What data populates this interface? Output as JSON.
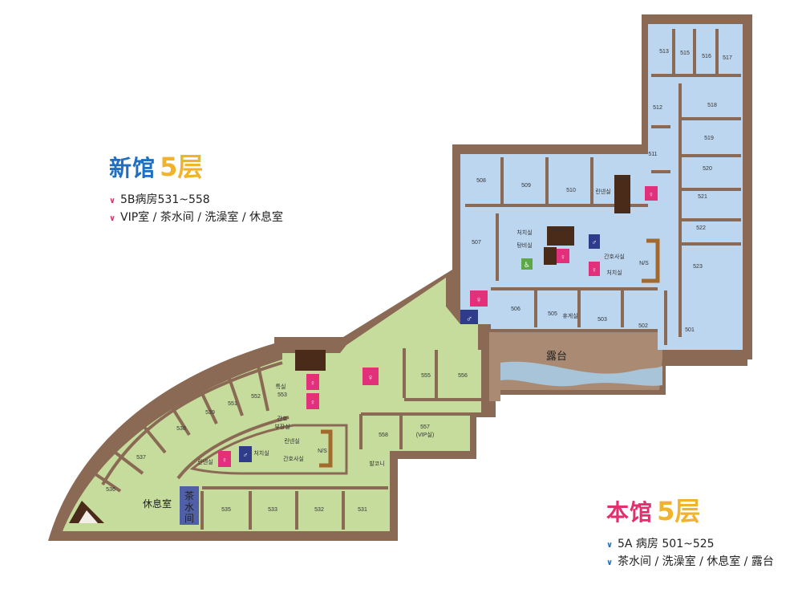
{
  "legends": {
    "new_building": {
      "title": "新馆",
      "floor": "5层",
      "items": [
        "5B病房531~558",
        "VIP室 / 茶水间 / 洗澡室 / 休息室"
      ]
    },
    "main_building": {
      "title": "本馆",
      "floor": "5层",
      "items": [
        "5A 病房 501~525",
        "茶水间 / 洗澡室 / 休息室 / 露台"
      ]
    }
  },
  "map": {
    "terrace_label": "露台",
    "main_rooms": {
      "r513": "513",
      "r515": "515",
      "r516": "516",
      "r517": "517",
      "r512": "512",
      "r518": "518",
      "r519": "519",
      "r511": "511",
      "r520": "520",
      "r521": "521",
      "r522": "522",
      "r523": "523",
      "r508": "508",
      "r509": "509",
      "r510": "510",
      "r507": "507",
      "r506": "506",
      "r505": "505",
      "r503": "503",
      "r502": "502",
      "r501": "501"
    },
    "main_facilities": {
      "linen": "린넨실",
      "rest_area": "휴게실",
      "nurse_station": "간호사실",
      "treatment": "처치실",
      "ns": "N/S",
      "small_a": "처치실",
      "small_b": "탕비실"
    },
    "new_rooms": {
      "r555": "555",
      "r556": "556",
      "r557": "557",
      "vip": "(VIP실)",
      "r558": "558",
      "r553": "553",
      "r552": "552",
      "r551": "551",
      "r539": "539",
      "r538": "538",
      "r537": "537",
      "r536": "536",
      "r535": "535",
      "r533": "533",
      "r532": "532",
      "r531": "531"
    },
    "new_facilities": {
      "special": "특실",
      "nurse_head_a": "간호",
      "nurse_head_b": "부장실",
      "linen": "린넨실",
      "treatment": "처치실",
      "nurse_station": "간호사실",
      "ns": "N/S",
      "balcony": "발코니",
      "linen_small": "린넨실",
      "lounge": "休息室",
      "pantry": [
        "茶",
        "水",
        "间"
      ]
    }
  },
  "colors": {
    "wall": "#8b6a55",
    "main_floor": "#bcd6ef",
    "new_floor": "#c5dc9c",
    "terrace": "#aa8a73",
    "water": "#a8c4d8",
    "elevator": "#4a2a18",
    "womens_icon": "#e3307a",
    "mens_icon": "#2f3c8c",
    "nurse_station_bar": "#a36a2e",
    "accessible_icon": "#5ba845"
  }
}
